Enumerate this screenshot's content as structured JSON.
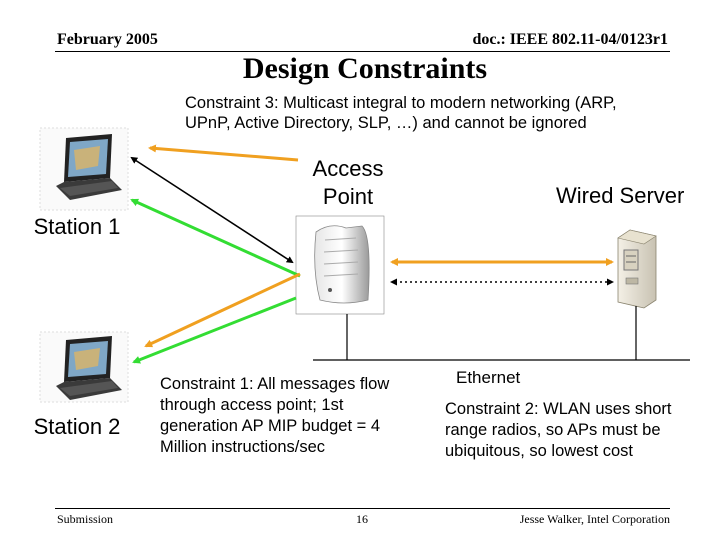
{
  "header": {
    "date": "February 2005",
    "doc": "doc.: IEEE 802.11-04/0123r1"
  },
  "title": "Design Constraints",
  "constraint3": "Constraint 3: Multicast integral to modern networking (ARP, UPnP, Active Directory, SLP, …) and cannot be ignored",
  "labels": {
    "access_point": "Access Point",
    "wired_server": "Wired Server",
    "station1": "Station 1",
    "station2": "Station 2",
    "ethernet": "Ethernet"
  },
  "constraint1": "Constraint 1: All messages flow through access point; 1st generation AP MIP budget = 4 Million instructions/sec",
  "constraint2": "Constraint 2: WLAN uses short range radios, so APs must be ubiquitous, so lowest cost",
  "footer": {
    "left": "Submission",
    "page": "16",
    "right": "Jesse Walker, Intel Corporation"
  },
  "colors": {
    "orange_arrow": "#f0a020",
    "green_arrow": "#33dd33",
    "black_arrow": "#000000"
  },
  "icons": {
    "station": "laptop-icon",
    "access_point": "access-point-icon",
    "server": "server-tower-icon"
  }
}
